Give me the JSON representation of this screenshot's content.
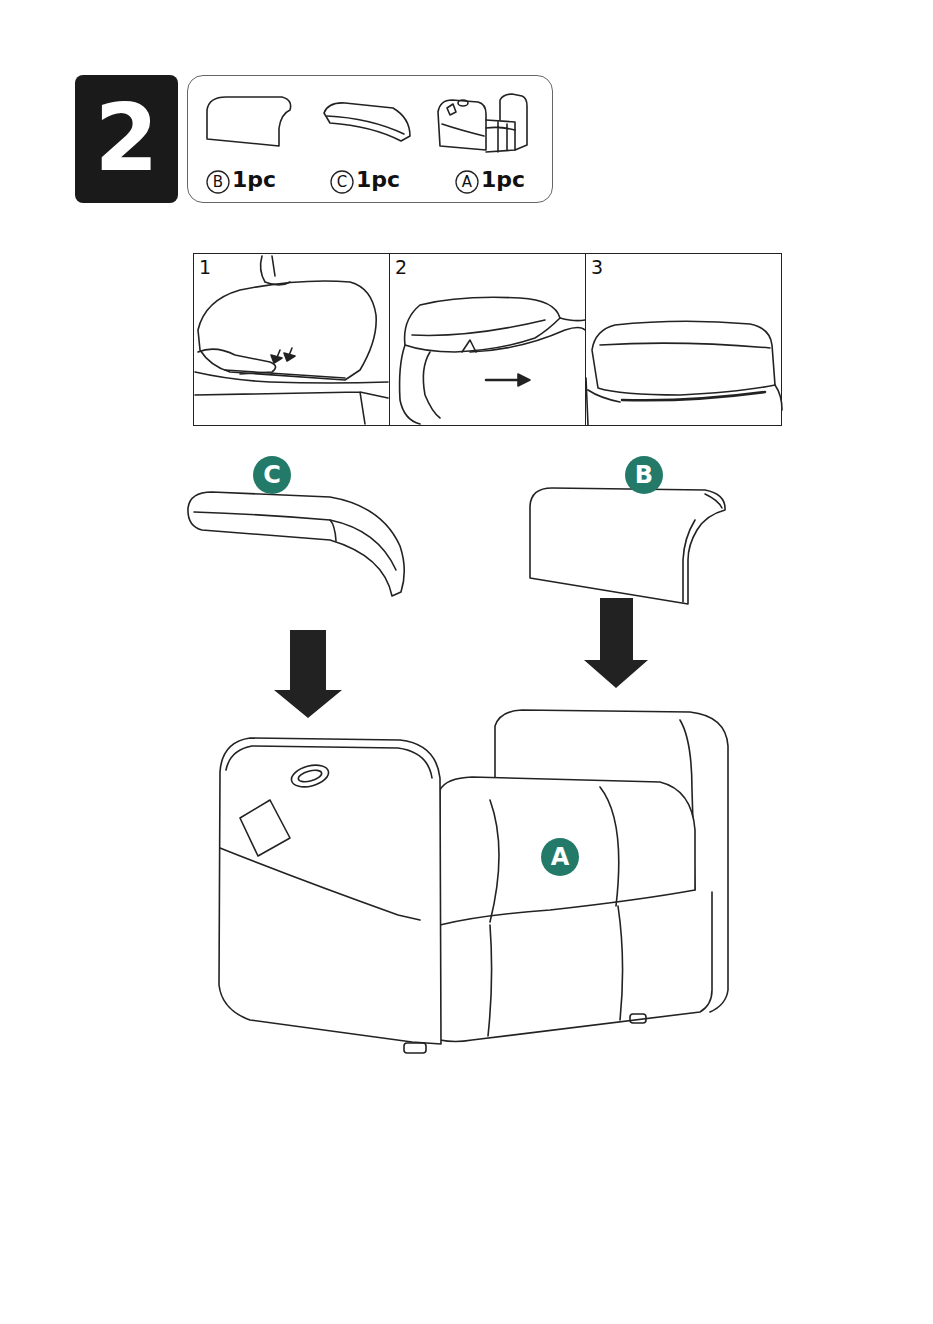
{
  "diagram": {
    "nodes": [
      {
        "text": [
          "2"
        ]
      },
      {
        "text": [
          "1pc",
          "1pc",
          "1pc"
        ]
      },
      {
        "text": [
          "B"
        ],
        "in": 1
      },
      {
        "text": [
          "C"
        ],
        "in": 1
      },
      {
        "text": [
          "A"
        ],
        "in": 1
      },
      {
        "text": [
          "1"
        ]
      },
      {
        "text": [
          "2"
        ]
      },
      {
        "text": [
          "3"
        ]
      },
      {
        "text": [
          "C"
        ]
      },
      {
        "text": [
          "B"
        ]
      },
      {
        "text": [
          "A"
        ]
      }
    ]
  }
}
